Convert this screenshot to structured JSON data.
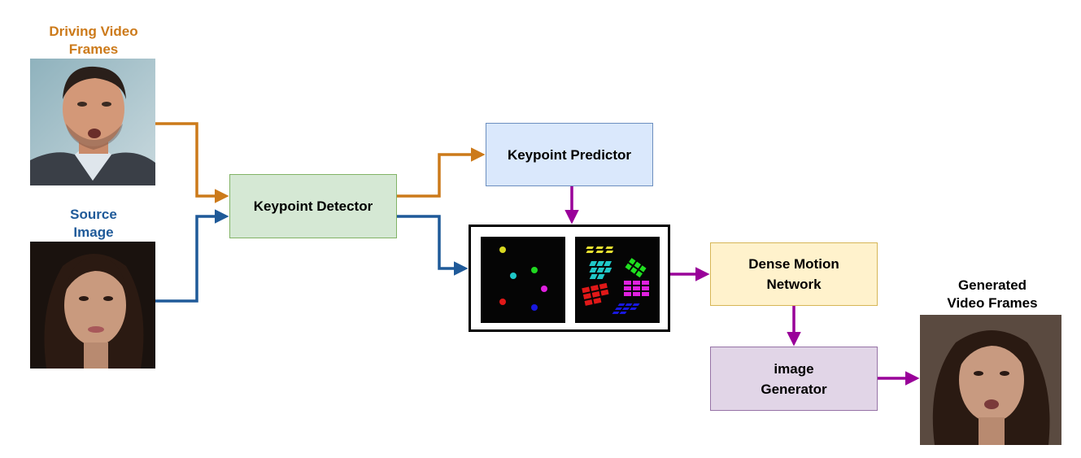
{
  "labels": {
    "driving": "Driving Video\nFrames",
    "source": "Source\nImage",
    "generated": "Generated\nVideo Frames"
  },
  "boxes": {
    "keypoint_detector": "Keypoint Detector",
    "keypoint_predictor": "Keypoint Predictor",
    "dense_motion": "Dense Motion\nNetwork",
    "image_generator": "image\nGenerator"
  },
  "colors": {
    "orange": "#cc7a1a",
    "blue": "#1f5a99",
    "purple": "#990099",
    "detector_fill": "#d5e8d4",
    "detector_border": "#82b366",
    "predictor_fill": "#dae8fc",
    "predictor_border": "#6c8ebf",
    "dense_fill": "#fff2cc",
    "dense_border": "#d6b656",
    "generator_fill": "#e1d5e7",
    "generator_border": "#9673a6"
  },
  "images": {
    "driving_frame": "photo-of-man",
    "source_image": "photo-of-woman",
    "generated_frame": "photo-of-woman-generated",
    "keypoints_panel": "keypoint-dots-visualization",
    "heatmap_panel": "keypoint-jacobian-grids-visualization"
  }
}
